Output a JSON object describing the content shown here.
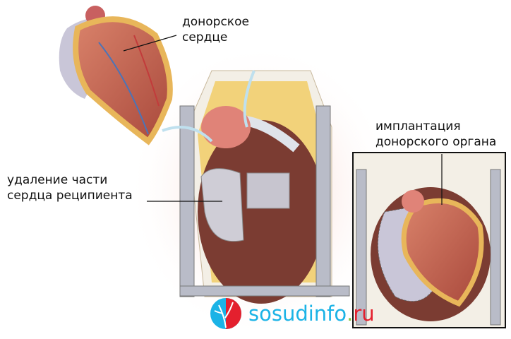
{
  "labels": {
    "donor_heart": [
      "донорское",
      "сердце"
    ],
    "removal": [
      "удаление части",
      "сердца реципиента"
    ],
    "implant": [
      "имплантация",
      "донорского органа"
    ]
  },
  "logo": {
    "name": "sosudinfo",
    "dot": ".",
    "tld": "ru"
  },
  "colors": {
    "logo_blue": "#1bb3e6",
    "logo_green": "#8bc53f",
    "logo_red": "#e4202e",
    "tissue": "#7a3a30",
    "muscle": "#c96a55",
    "fat": "#f2c878"
  }
}
